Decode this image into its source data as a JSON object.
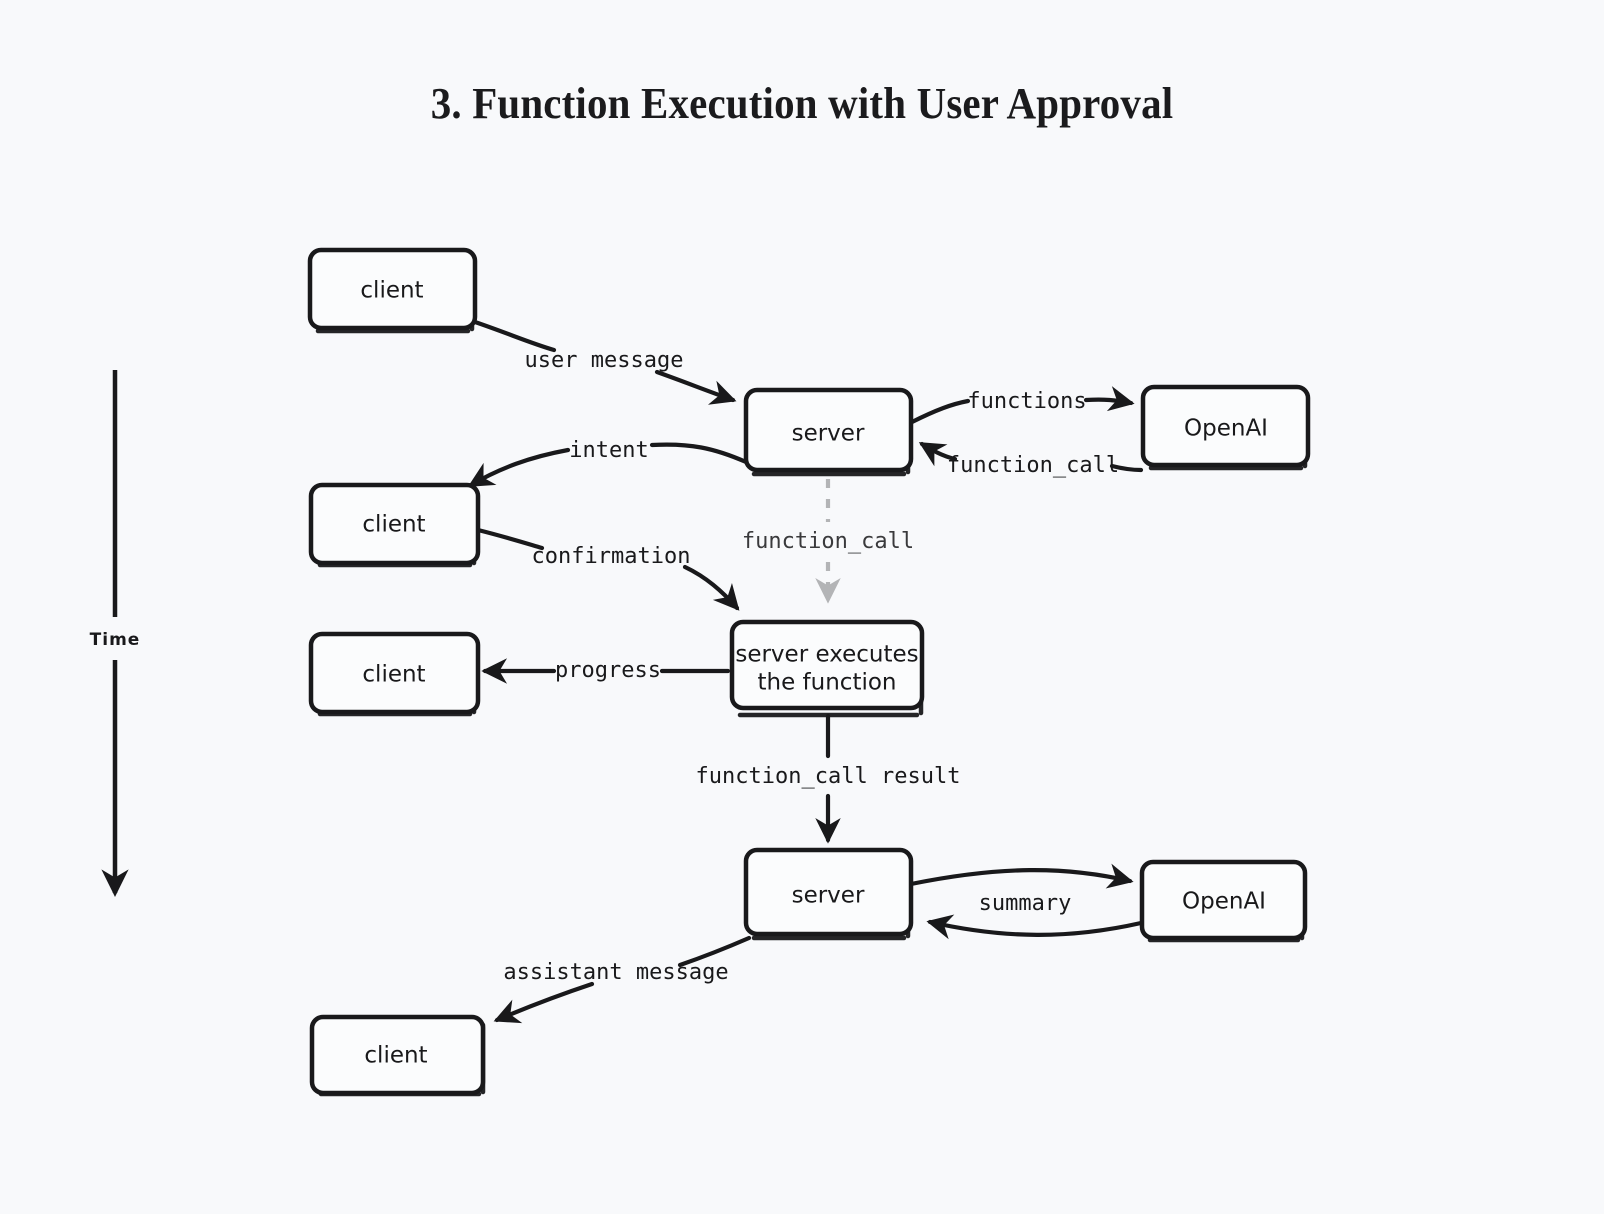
{
  "title": "3. Function Execution with User Approval",
  "background_color": "#f8f9fb",
  "stroke_color": "#19191b",
  "dim_stroke_color": "#b3b4b6",
  "axis": {
    "label": "Time",
    "direction": "downward"
  },
  "nodes": [
    {
      "id": "client1",
      "label": "client"
    },
    {
      "id": "server1",
      "label": "server"
    },
    {
      "id": "openai1",
      "label": "OpenAI"
    },
    {
      "id": "client2",
      "label": "client"
    },
    {
      "id": "exec",
      "label_line1": "server executes",
      "label_line2": "the function"
    },
    {
      "id": "client3",
      "label": "client"
    },
    {
      "id": "server2",
      "label": "server"
    },
    {
      "id": "openai2",
      "label": "OpenAI"
    },
    {
      "id": "client4",
      "label": "client"
    }
  ],
  "edges": [
    {
      "id": "e1",
      "label": "user message",
      "from": "client1",
      "to": "server1",
      "style": "solid"
    },
    {
      "id": "e2",
      "label": "functions",
      "from": "server1",
      "to": "openai1",
      "style": "solid"
    },
    {
      "id": "e3",
      "label": "function_call",
      "from": "openai1",
      "to": "server1",
      "style": "solid"
    },
    {
      "id": "e4",
      "label": "intent",
      "from": "server1",
      "to": "client2",
      "style": "solid"
    },
    {
      "id": "e5",
      "label": "function_call",
      "from": "server1",
      "to": "exec",
      "style": "dashed"
    },
    {
      "id": "e6",
      "label": "confirmation",
      "from": "client2",
      "to": "exec",
      "style": "solid"
    },
    {
      "id": "e7",
      "label": "progress",
      "from": "exec",
      "to": "client3",
      "style": "solid"
    },
    {
      "id": "e8",
      "label": "function_call result",
      "from": "exec",
      "to": "server2",
      "style": "solid"
    },
    {
      "id": "e9",
      "label": "summary",
      "from": "server2",
      "to": "openai2",
      "style": "solid"
    },
    {
      "id": "e10",
      "label": "assistant message",
      "from": "server2",
      "to": "client4",
      "style": "solid"
    }
  ]
}
